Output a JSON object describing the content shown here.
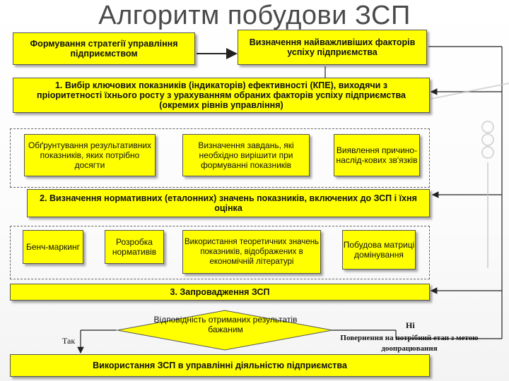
{
  "title": "Алгоритм побудови ЗСП",
  "boxes": {
    "strategy": "Формування стратегії управління підприємством",
    "factors": "Визначення найважливіших факторів успіху підприємства",
    "step1": "1. Вибір ключових показників (індикаторів) ефективності (КПЕ), виходячи з пріоритетності їхнього росту з урахуванням обраних факторів успіху підприємства (окремих рівнів управління)",
    "justify": "Обґрунтування результативних показників, яких потрібно досягти",
    "tasks": "Визначення завдань, які необхідно вирішити при формуванні показників",
    "causes": "Виявлення причино-наслід-кових зв'язків",
    "step2": "2. Визначення нормативних (еталонних) значень показників, включених до ЗСП і їхня оцінка",
    "bench": "Бенч-маркинг",
    "norms": "Розробка нормативів",
    "theory": "Використання теоретичних значень показників, відображених в економічній літературі",
    "matrix": "Побудова матриці домінування",
    "step3": "3. Запровадження ЗСП",
    "decision": "Відповідність отриманих результатів бажаним",
    "use": "Використання ЗСП в управлінні діяльністю підприємства"
  },
  "labels": {
    "yes": "Так",
    "no": "Ні",
    "return": "Повернення на потрібний етап з метою доопрацювання"
  },
  "colors": {
    "box_fill": "#ffff00",
    "border": "#555555",
    "title": "#4a4a4a"
  }
}
